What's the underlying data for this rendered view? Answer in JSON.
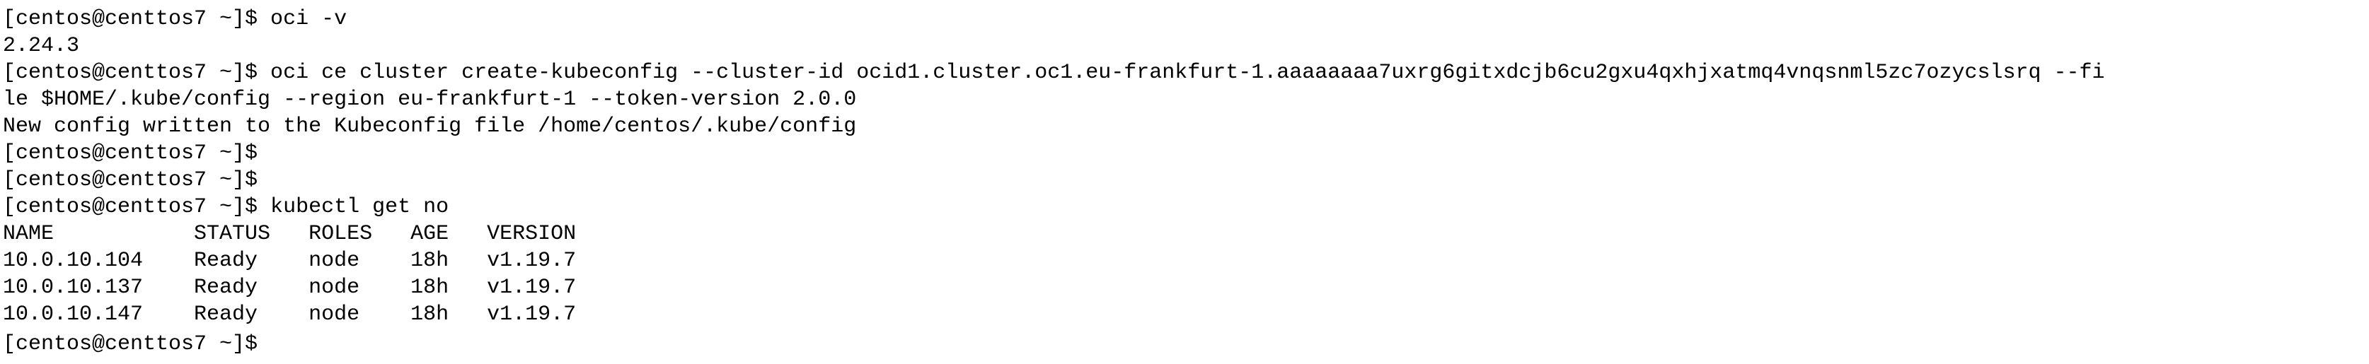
{
  "terminal": {
    "lines": [
      "[centos@centtos7 ~]$ oci -v",
      "2.24.3",
      "[centos@centtos7 ~]$ oci ce cluster create-kubeconfig --cluster-id ocid1.cluster.oc1.eu-frankfurt-1.aaaaaaaa7uxrg6gitxdcjb6cu2gxu4qxhjxatmq4vnqsnml5zc7ozycslsrq --fi",
      "le $HOME/.kube/config --region eu-frankfurt-1 --token-version 2.0.0",
      "New config written to the Kubeconfig file /home/centos/.kube/config",
      "[centos@centtos7 ~]$",
      "[centos@centtos7 ~]$",
      "[centos@centtos7 ~]$ kubectl get no",
      "NAME           STATUS   ROLES   AGE   VERSION",
      "10.0.10.104    Ready    node    18h   v1.19.7",
      "10.0.10.137    Ready    node    18h   v1.19.7",
      "10.0.10.147    Ready    node    18h   v1.19.7",
      "[centos@centtos7 ~]$"
    ]
  },
  "colors": {
    "background": "#ffffff",
    "text": "#000000"
  }
}
